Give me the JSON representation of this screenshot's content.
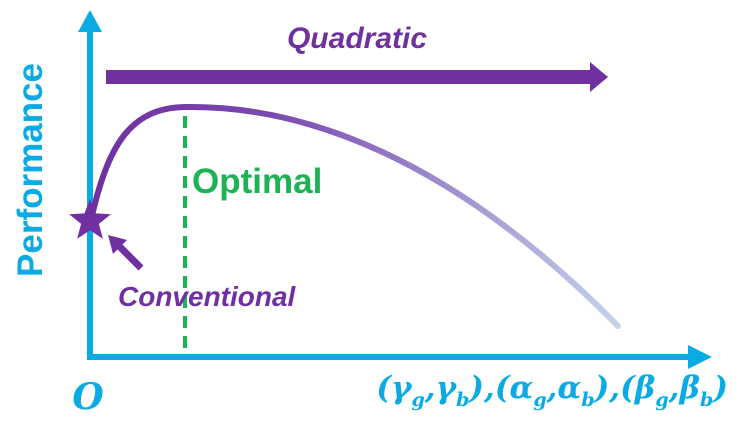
{
  "labels": {
    "y_axis": "Performance",
    "origin": "O",
    "x_axis": {
      "open1": "(",
      "g1": "γ",
      "g1_sub": "g",
      "comma1": ",",
      "g2": "γ",
      "g2_sub": "b",
      "close1": "),",
      "open2": "(",
      "a1": "α",
      "a1_sub": "g",
      "comma2": ",",
      "a2": "α",
      "a2_sub": "b",
      "close2": "),",
      "open3": "(",
      "b1": "β",
      "b1_sub": "g",
      "comma3": ",",
      "b2": "β",
      "b2_sub": "b",
      "close3": ")"
    },
    "quadratic": "Quadratic",
    "optimal": "Optimal",
    "conventional": "Conventional"
  },
  "colors": {
    "axis": "#0aabe4",
    "purple": "#7030a0",
    "curve_fade": "#c5d3ec",
    "optimal": "#1db355"
  }
}
